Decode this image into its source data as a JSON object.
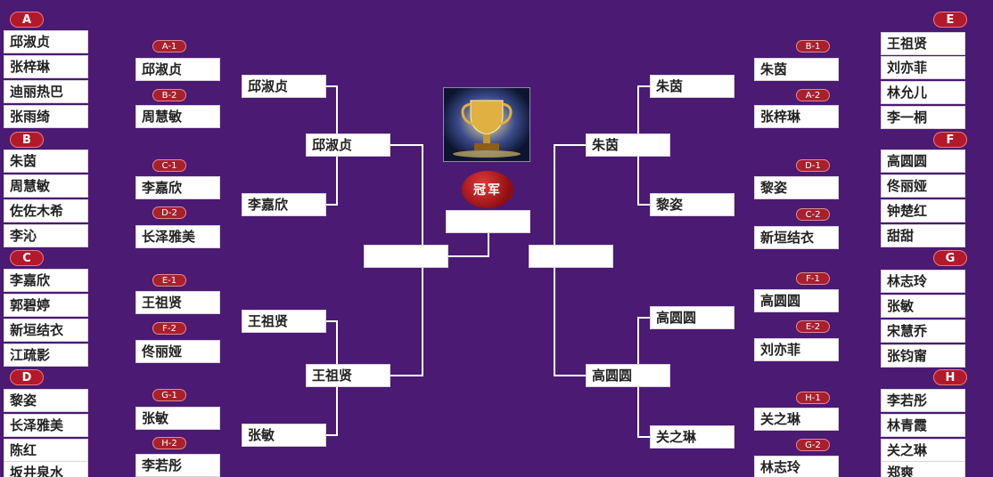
{
  "groups": {
    "A": {
      "label": "A",
      "players": [
        "邱淑贞",
        "张梓琳",
        "迪丽热巴",
        "张雨绮"
      ]
    },
    "B": {
      "label": "B",
      "players": [
        "朱茵",
        "周慧敏",
        "佐佐木希",
        "李沁"
      ]
    },
    "C": {
      "label": "C",
      "players": [
        "李嘉欣",
        "郭碧婷",
        "新垣结衣",
        "江疏影"
      ]
    },
    "D": {
      "label": "D",
      "players": [
        "黎姿",
        "长泽雅美",
        "陈红",
        "坂井泉水"
      ]
    },
    "E": {
      "label": "E",
      "players": [
        "王祖贤",
        "刘亦菲",
        "林允儿",
        "李一桐"
      ]
    },
    "F": {
      "label": "F",
      "players": [
        "高圆圆",
        "佟丽娅",
        "钟楚红",
        "甜甜"
      ]
    },
    "G": {
      "label": "G",
      "players": [
        "林志玲",
        "张敏",
        "宋慧乔",
        "张钧甯"
      ]
    },
    "H": {
      "label": "H",
      "players": [
        "李若彤",
        "林青霞",
        "关之琳",
        "郑爽"
      ]
    }
  },
  "round1": {
    "left": [
      {
        "seed": "A-1",
        "name": "邱淑贞"
      },
      {
        "seed": "B-2",
        "name": "周慧敏"
      },
      {
        "seed": "C-1",
        "name": "李嘉欣"
      },
      {
        "seed": "D-2",
        "name": "长泽雅美"
      },
      {
        "seed": "E-1",
        "name": "王祖贤"
      },
      {
        "seed": "F-2",
        "name": "佟丽娅"
      },
      {
        "seed": "G-1",
        "name": "张敏"
      },
      {
        "seed": "H-2",
        "name": "李若彤"
      }
    ],
    "right": [
      {
        "seed": "B-1",
        "name": "朱茵"
      },
      {
        "seed": "A-2",
        "name": "张梓琳"
      },
      {
        "seed": "D-1",
        "name": "黎姿"
      },
      {
        "seed": "C-2",
        "name": "新垣结衣"
      },
      {
        "seed": "F-1",
        "name": "高圆圆"
      },
      {
        "seed": "E-2",
        "name": "刘亦菲"
      },
      {
        "seed": "H-1",
        "name": "关之琳"
      },
      {
        "seed": "G-2",
        "name": "林志玲"
      }
    ]
  },
  "quarter": {
    "left": [
      "邱淑贞",
      "李嘉欣",
      "王祖贤",
      "张敏"
    ],
    "right": [
      "朱茵",
      "黎姿",
      "高圆圆",
      "关之琳"
    ]
  },
  "semi": {
    "left": [
      "邱淑贞",
      "王祖贤"
    ],
    "right": [
      "朱茵",
      "高圆圆"
    ]
  },
  "final": {
    "left": "",
    "right": "",
    "champion": ""
  },
  "champion_badge": "冠军"
}
